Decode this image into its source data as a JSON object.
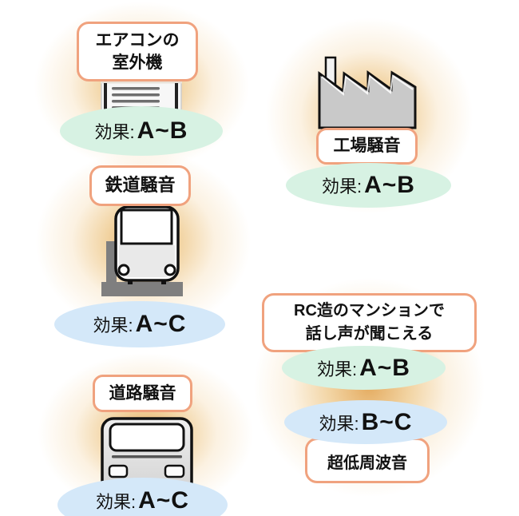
{
  "colors": {
    "effect_mint": "#d7f2e3",
    "effect_blue": "#d4e8f9",
    "label_border": "#f0a27e",
    "glow_orange": "#e09e46",
    "icon_gray": "#c9c9c9",
    "platform_gray": "#7f7f7f"
  },
  "groups": [
    {
      "id": "aircon",
      "label_lines": [
        "エアコンの",
        "室外機"
      ],
      "icon": "aircon-outdoor-unit-icon",
      "effects": [
        {
          "label": "効果:",
          "value": "A~B",
          "tone": "mint"
        }
      ]
    },
    {
      "id": "factory",
      "label_lines": [
        "工場騒音"
      ],
      "icon": "factory-icon",
      "effects": [
        {
          "label": "効果:",
          "value": "A~B",
          "tone": "mint"
        }
      ]
    },
    {
      "id": "railway",
      "label_lines": [
        "鉄道騒音"
      ],
      "icon": "train-icon",
      "effects": [
        {
          "label": "効果:",
          "value": "A~C",
          "tone": "blue"
        }
      ]
    },
    {
      "id": "rc-mansion",
      "label_lines": [
        "RC造のマンションで",
        "話し声が聞こえる"
      ],
      "effects": [
        {
          "label": "効果:",
          "value": "A~B",
          "tone": "mint"
        },
        {
          "label": "効果:",
          "value": "B~C",
          "tone": "blue"
        }
      ],
      "sub_label": "超低周波音"
    },
    {
      "id": "road",
      "label_lines": [
        "道路騒音"
      ],
      "icon": "bus-icon",
      "effects": [
        {
          "label": "効果:",
          "value": "A~C",
          "tone": "blue"
        }
      ]
    }
  ]
}
